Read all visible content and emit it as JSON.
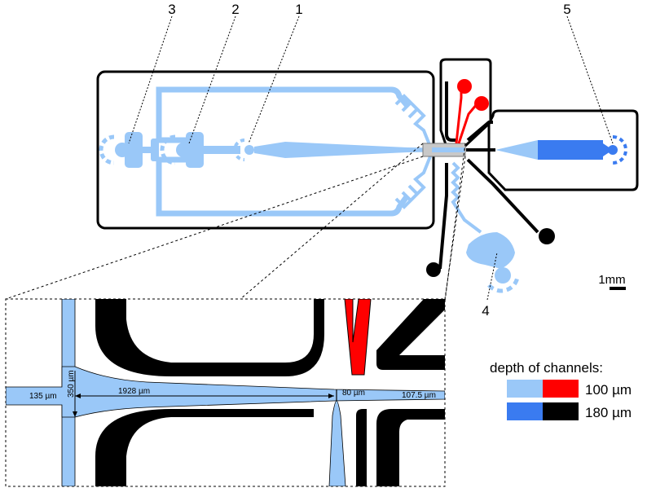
{
  "callouts": [
    "1",
    "2",
    "3",
    "4",
    "5"
  ],
  "scale_bar": "1mm",
  "dimensions": {
    "inlet_width": "135 µm",
    "channel_width": "350 µm",
    "taper_length": "1928 µm",
    "constriction_width": "80 µm",
    "outlet_width": "107.5 µm"
  },
  "legend": {
    "title": "depth of channels:",
    "rows": [
      {
        "value": "100 µm",
        "colors": [
          "#9ac8f8",
          "#ff0000"
        ]
      },
      {
        "value": "180 µm",
        "colors": [
          "#3a7bf0",
          "#000000"
        ]
      }
    ]
  },
  "colors": {
    "light_blue": "#9ac8f8",
    "dark_blue": "#3a7bf0",
    "red": "#ff0000",
    "black": "#000000"
  }
}
